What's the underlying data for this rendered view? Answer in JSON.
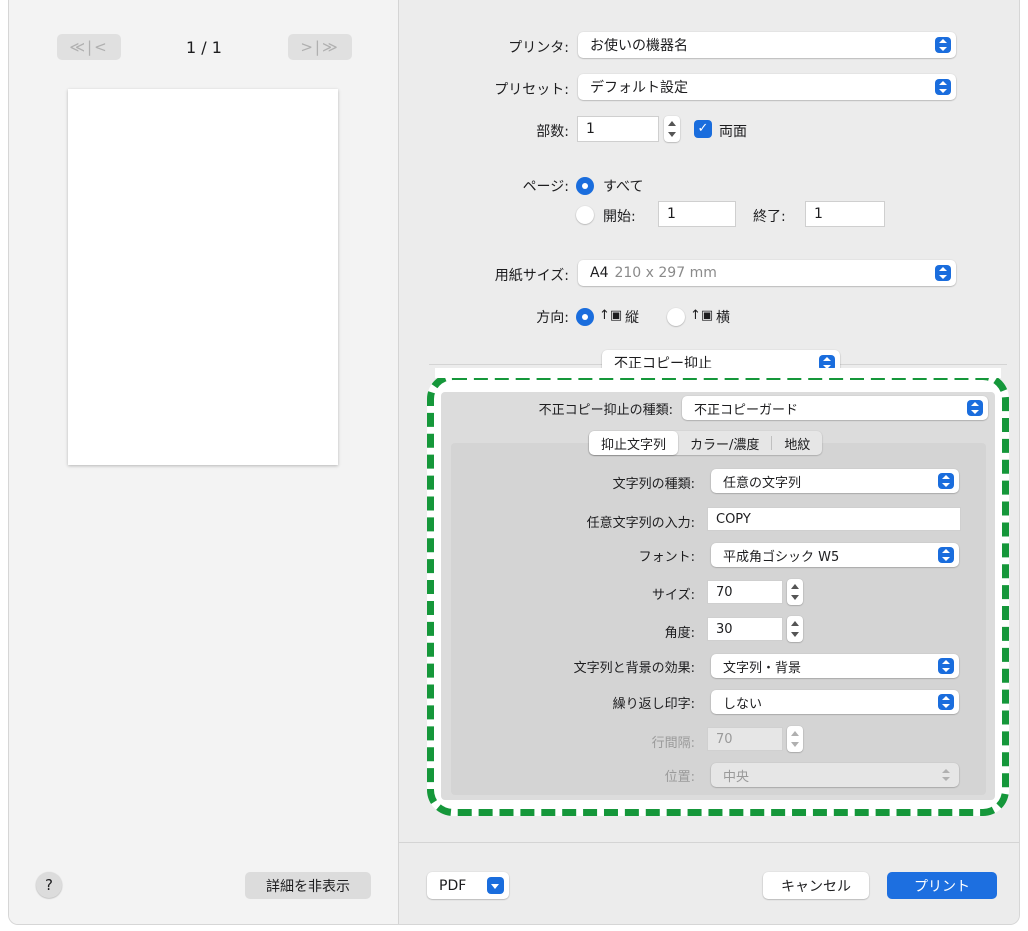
{
  "preview": {
    "prev_label": "≪|<",
    "next_label": ">|≫",
    "page_counter": "1 / 1",
    "help_label": "?",
    "hide_details_label": "詳細を非表示"
  },
  "settings": {
    "printer_label": "プリンタ:",
    "printer_value": "お使いの機器名",
    "preset_label": "プリセット:",
    "preset_value": "デフォルト設定",
    "copies_label": "部数:",
    "copies_value": "1",
    "duplex_label": "両面",
    "duplex_checked": true,
    "pages_label": "ページ:",
    "pages_all_label": "すべて",
    "pages_from_label": "開始:",
    "pages_from_value": "1",
    "pages_to_label": "終了:",
    "pages_to_value": "1",
    "paper_size_label": "用紙サイズ:",
    "paper_size_value": "A4",
    "paper_size_detail": "210 x 297 mm",
    "orientation_label": "方向:",
    "orientation_portrait_label": "縦",
    "orientation_landscape_label": "横",
    "section_value": "不正コピー抑止"
  },
  "copy_guard": {
    "type_label": "不正コピー抑止の種類:",
    "type_value": "不正コピーガード",
    "tabs": [
      {
        "label": "抑止文字列",
        "selected": true
      },
      {
        "label": "カラー/濃度",
        "selected": false
      },
      {
        "label": "地紋",
        "selected": false
      }
    ],
    "string_type_label": "文字列の種類:",
    "string_type_value": "任意の文字列",
    "custom_string_label": "任意文字列の入力:",
    "custom_string_value": "COPY",
    "font_label": "フォント:",
    "font_value": "平成角ゴシック W5",
    "size_label": "サイズ:",
    "size_value": "70",
    "angle_label": "角度:",
    "angle_value": "30",
    "effect_label": "文字列と背景の効果:",
    "effect_value": "文字列・背景",
    "repeat_label": "繰り返し印字:",
    "repeat_value": "しない",
    "line_spacing_label": "行間隔:",
    "line_spacing_value": "70",
    "position_label": "位置:",
    "position_value": "中央"
  },
  "footer": {
    "pdf_label": "PDF",
    "cancel_label": "キャンセル",
    "print_label": "プリント"
  },
  "colors": {
    "accent": "#1a6ddd",
    "highlight_border": "#15973a"
  }
}
